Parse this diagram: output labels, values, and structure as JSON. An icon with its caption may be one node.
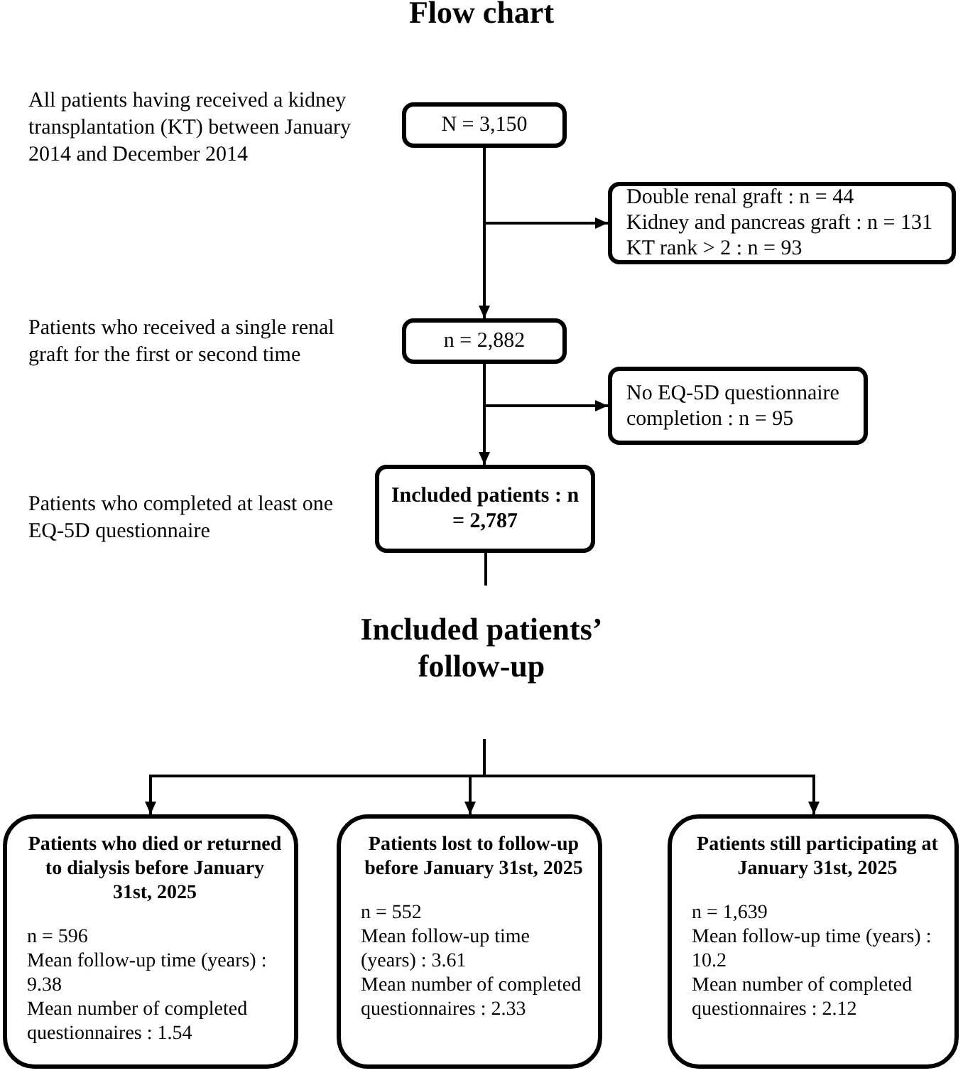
{
  "diagram": {
    "title": "Flow chart",
    "nodes": [
      {
        "text": [
          "N = 3,150"
        ],
        "beside": [
          "All patients having received a kidney transplantation (KT) between January 2014 and December 2014"
        ]
      },
      {
        "text": [
          "Double renal graft : n = 44",
          "Kidney and pancreas graft : n = 131",
          "KT rank > 2 : n = 93"
        ]
      },
      {
        "text": [
          "n  = 2,882"
        ],
        "beside": [
          "Patients who received a single renal graft for the first or second time"
        ]
      },
      {
        "text": [
          "No EQ-5D questionnaire completion : n = 95"
        ]
      },
      {
        "text": [
          "Included patients : n = 2,787"
        ],
        "beside": [
          "Patients who completed at least one EQ-5D questionnaire"
        ]
      },
      {
        "text": [
          "Patients who died or returned to dialysis before January 31st, 2025",
          "n = 596",
          "Mean follow-up time (years) : 9.38",
          "Mean number of completed questionnaires : 1.54"
        ]
      },
      {
        "text": [
          "Patients lost to follow-up before January 31st, 2025",
          "n = 552",
          "Mean follow-up time (years) : 3.61",
          "Mean number of completed questionnaires : 2.33"
        ]
      },
      {
        "text": [
          "Patients still participating at January 31st, 2025",
          "n = 1,639",
          "Mean follow-up time (years) : 10.2",
          "Mean number of completed questionnaires : 2.12"
        ]
      }
    ],
    "edges": [
      {
        "from": 0,
        "to": 2,
        "arrow": "to"
      },
      {
        "from": 0,
        "to": 1,
        "arrow": "to"
      },
      {
        "from": 2,
        "to": 4,
        "arrow": "to"
      },
      {
        "from": 2,
        "to": 3,
        "arrow": "to"
      },
      {
        "from": 4,
        "to": null,
        "arrow": "none"
      },
      {
        "from": null,
        "to": 5,
        "arrow": "to"
      },
      {
        "from": null,
        "to": 6,
        "arrow": "to"
      },
      {
        "from": null,
        "to": 7,
        "arrow": "to"
      }
    ],
    "labels": [
      "Included patients’ follow-up"
    ]
  }
}
